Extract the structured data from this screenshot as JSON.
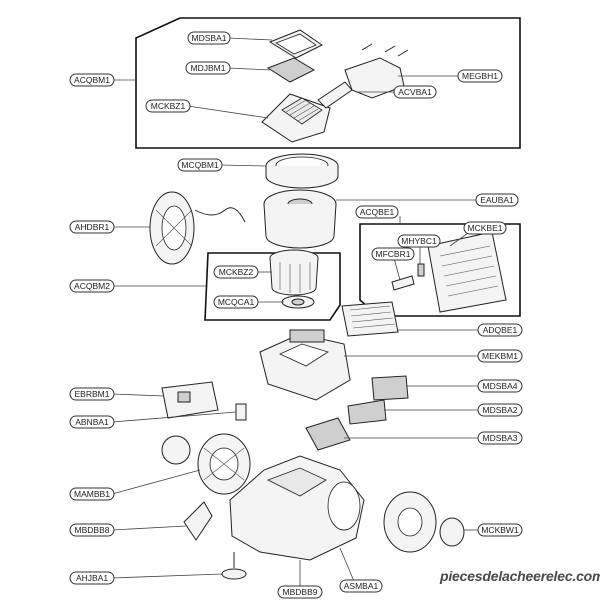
{
  "labels": [
    {
      "code": "MDSBA1"
    },
    {
      "code": "MDJBM1"
    },
    {
      "code": "ACQBM1"
    },
    {
      "code": "MCKBZ1"
    },
    {
      "code": "MEGBH1"
    },
    {
      "code": "ACVBA1"
    },
    {
      "code": "MCQBM1"
    },
    {
      "code": "EAUBA1"
    },
    {
      "code": "AHDBR1"
    },
    {
      "code": "ACQBE1"
    },
    {
      "code": "MCKBE1"
    },
    {
      "code": "MHYBC1"
    },
    {
      "code": "MFCBR1"
    },
    {
      "code": "ACQBM2"
    },
    {
      "code": "MCKBZ2"
    },
    {
      "code": "MCQCA1"
    },
    {
      "code": "ADQBE1"
    },
    {
      "code": "MEKBM1"
    },
    {
      "code": "EBRBM1"
    },
    {
      "code": "MDSBA4"
    },
    {
      "code": "ABNBA1"
    },
    {
      "code": "MDSBA2"
    },
    {
      "code": "MDSBA3"
    },
    {
      "code": "MAMBB1"
    },
    {
      "code": "MBDBB8"
    },
    {
      "code": "MCKBW1"
    },
    {
      "code": "AHJBA1"
    },
    {
      "code": "MBDBB9"
    },
    {
      "code": "ASMBA1"
    }
  ],
  "watermark": "piecesdelacheerelec.com"
}
